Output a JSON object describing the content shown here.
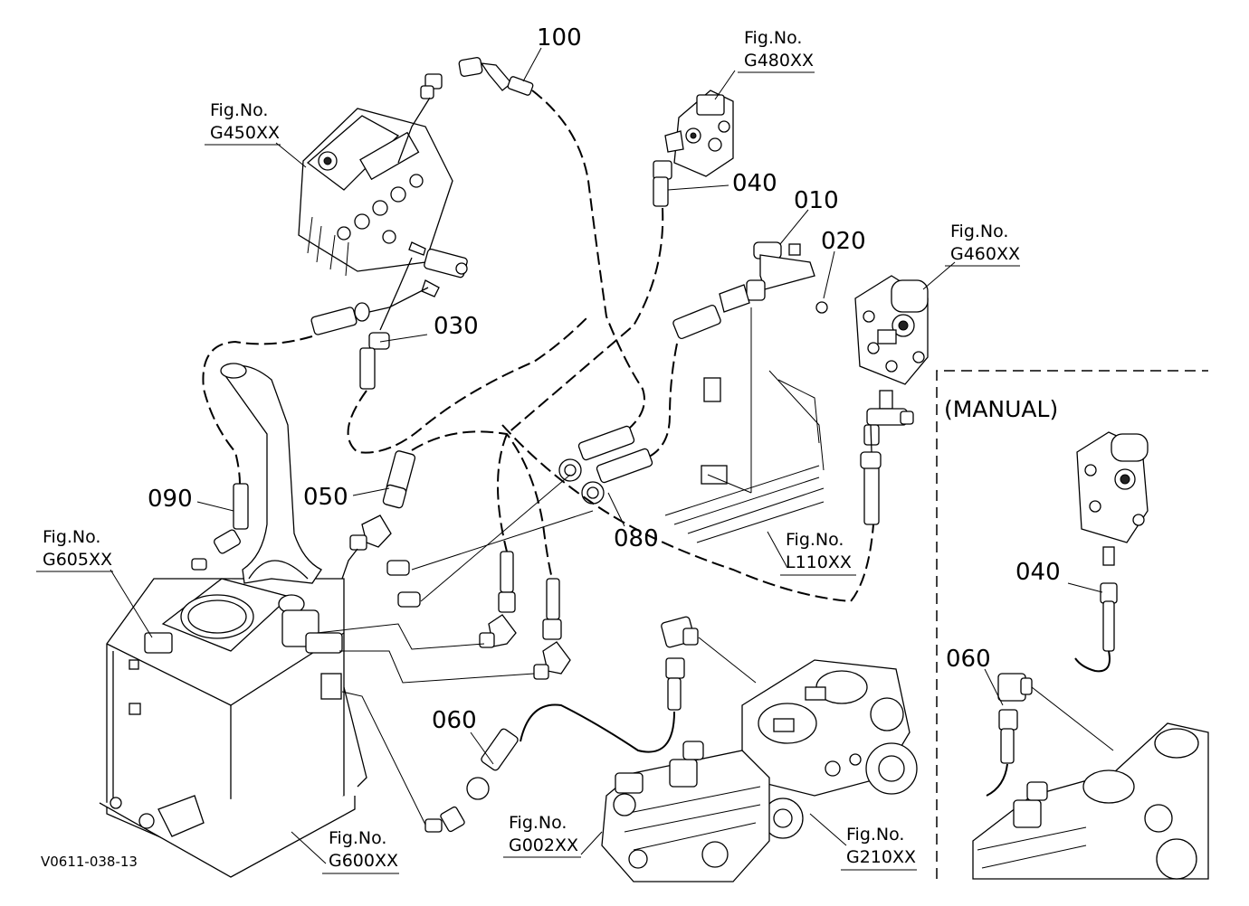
{
  "callouts": {
    "c100": "100",
    "c040": "040",
    "c010": "010",
    "c020": "020",
    "c030": "030",
    "c090": "090",
    "c050": "050",
    "c080": "080",
    "c060": "060",
    "c040_manual": "040",
    "c060_manual": "060"
  },
  "figures": {
    "g480": {
      "line1": "Fig.No.",
      "line2": "G480XX"
    },
    "g450": {
      "line1": "Fig.No.",
      "line2": "G450XX"
    },
    "g460": {
      "line1": "Fig.No.",
      "line2": "G460XX"
    },
    "g605": {
      "line1": "Fig.No.",
      "line2": "G605XX"
    },
    "l110": {
      "line1": "Fig.No.",
      "line2": "L110XX"
    },
    "g002": {
      "line1": "Fig.No.",
      "line2": "G002XX"
    },
    "g210": {
      "line1": "Fig.No.",
      "line2": "G210XX"
    },
    "g600": {
      "line1": "Fig.No.",
      "line2": "G600XX"
    }
  },
  "manual_label": "(MANUAL)",
  "drawing_code": "V0611-038-13"
}
